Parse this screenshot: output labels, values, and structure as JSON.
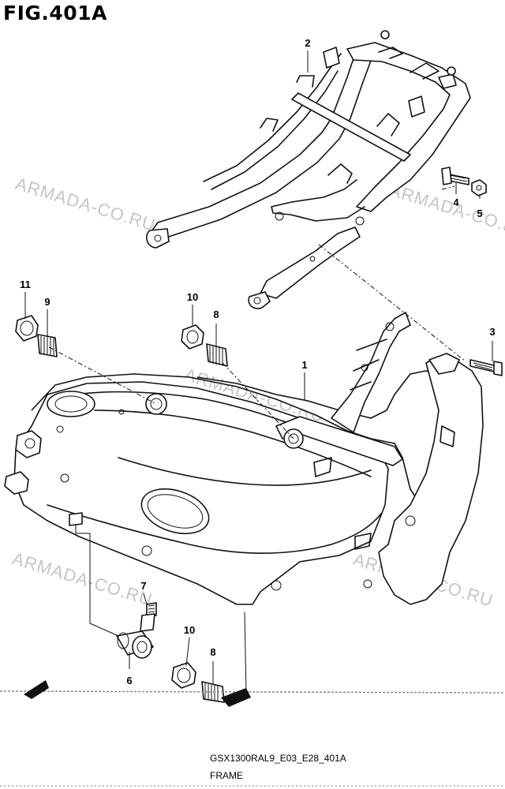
{
  "figure": {
    "title": "FIG.401A"
  },
  "callouts": [
    {
      "id": "1",
      "label": "1"
    },
    {
      "id": "2",
      "label": "2"
    },
    {
      "id": "3",
      "label": "3"
    },
    {
      "id": "4",
      "label": "4"
    },
    {
      "id": "5",
      "label": "5"
    },
    {
      "id": "6",
      "label": "6"
    },
    {
      "id": "7",
      "label": "7"
    },
    {
      "id": "8a",
      "label": "8"
    },
    {
      "id": "8b",
      "label": "8"
    },
    {
      "id": "9",
      "label": "9"
    },
    {
      "id": "10a",
      "label": "10"
    },
    {
      "id": "10b",
      "label": "10"
    },
    {
      "id": "11",
      "label": "11"
    }
  ],
  "watermark": {
    "text": "ARMADA-CO.RU"
  },
  "footer": {
    "model_code": "GSX1300RAL9_E03_E28_401A",
    "caption": "FRAME"
  }
}
